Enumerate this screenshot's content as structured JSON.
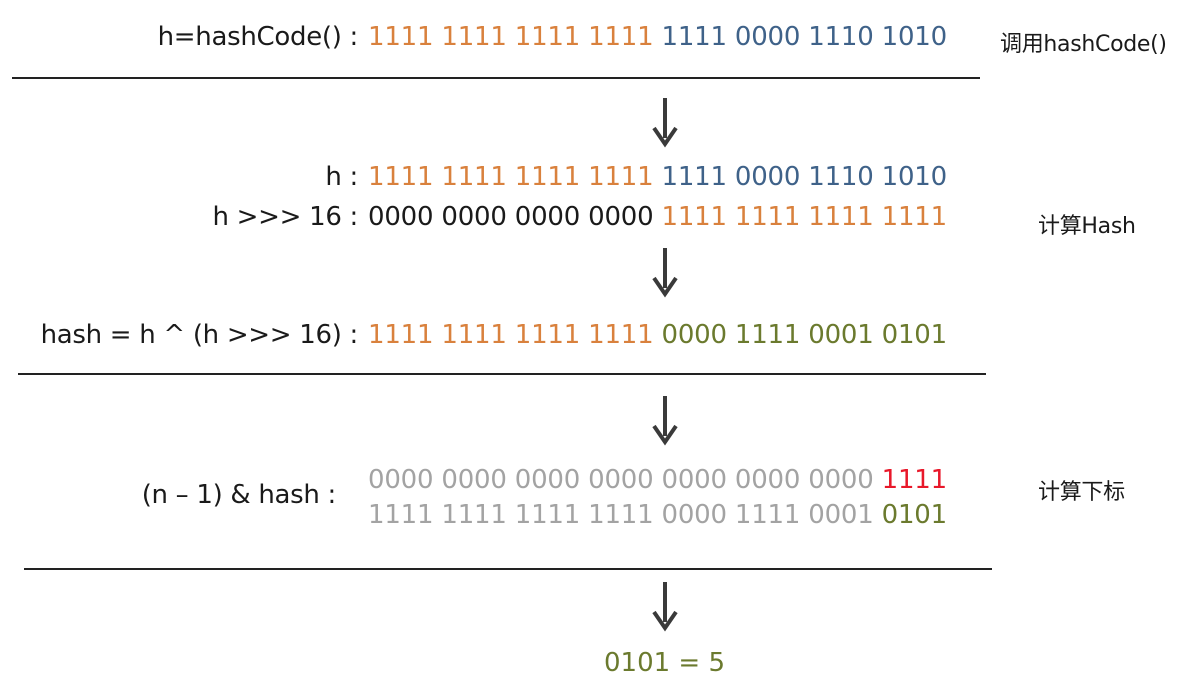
{
  "colors": {
    "orange": "#d9813d",
    "blue": "#3f6289",
    "olive": "#6b7a2e",
    "gray": "#a3a3a3",
    "red": "#e8182a",
    "black": "#1a1a1a"
  },
  "step1": {
    "label": "h=hashCode() :",
    "bits": [
      {
        "t": "1111",
        "c": "orange"
      },
      {
        "t": "1111",
        "c": "orange"
      },
      {
        "t": "1111",
        "c": "orange"
      },
      {
        "t": "1111",
        "c": "orange"
      },
      {
        "t": "1111",
        "c": "blue"
      },
      {
        "t": "0000",
        "c": "blue"
      },
      {
        "t": "1110",
        "c": "blue"
      },
      {
        "t": "1010",
        "c": "blue"
      }
    ],
    "note": "调用hashCode()"
  },
  "step2": {
    "h_label": "h :",
    "h_bits": [
      {
        "t": "1111",
        "c": "orange"
      },
      {
        "t": "1111",
        "c": "orange"
      },
      {
        "t": "1111",
        "c": "orange"
      },
      {
        "t": "1111",
        "c": "orange"
      },
      {
        "t": "1111",
        "c": "blue"
      },
      {
        "t": "0000",
        "c": "blue"
      },
      {
        "t": "1110",
        "c": "blue"
      },
      {
        "t": "1010",
        "c": "blue"
      }
    ],
    "shift_label": "h >>> 16 :",
    "shift_bits": [
      {
        "t": "0000",
        "c": "black"
      },
      {
        "t": "0000",
        "c": "black"
      },
      {
        "t": "0000",
        "c": "black"
      },
      {
        "t": "0000",
        "c": "black"
      },
      {
        "t": "1111",
        "c": "orange"
      },
      {
        "t": "1111",
        "c": "orange"
      },
      {
        "t": "1111",
        "c": "orange"
      },
      {
        "t": "1111",
        "c": "orange"
      }
    ],
    "note": "计算Hash"
  },
  "step3": {
    "label": "hash = h ^ (h >>> 16) :",
    "bits": [
      {
        "t": "1111",
        "c": "orange"
      },
      {
        "t": "1111",
        "c": "orange"
      },
      {
        "t": "1111",
        "c": "orange"
      },
      {
        "t": "1111",
        "c": "orange"
      },
      {
        "t": "0000",
        "c": "olive"
      },
      {
        "t": "1111",
        "c": "olive"
      },
      {
        "t": "0001",
        "c": "olive"
      },
      {
        "t": "0101",
        "c": "olive"
      }
    ]
  },
  "step4": {
    "label": "(n  –  1) & hash :",
    "mask_bits": [
      {
        "t": "0000",
        "c": "gray"
      },
      {
        "t": "0000",
        "c": "gray"
      },
      {
        "t": "0000",
        "c": "gray"
      },
      {
        "t": "0000",
        "c": "gray"
      },
      {
        "t": "0000",
        "c": "gray"
      },
      {
        "t": "0000",
        "c": "gray"
      },
      {
        "t": "0000",
        "c": "gray"
      },
      {
        "t": "1111",
        "c": "red"
      }
    ],
    "hash_bits": [
      {
        "t": "1111",
        "c": "gray"
      },
      {
        "t": "1111",
        "c": "gray"
      },
      {
        "t": "1111",
        "c": "gray"
      },
      {
        "t": "1111",
        "c": "gray"
      },
      {
        "t": "0000",
        "c": "gray"
      },
      {
        "t": "1111",
        "c": "gray"
      },
      {
        "t": "0001",
        "c": "gray"
      },
      {
        "t": "0101",
        "c": "olive"
      }
    ],
    "note": "计算下标"
  },
  "result": "0101 = 5"
}
